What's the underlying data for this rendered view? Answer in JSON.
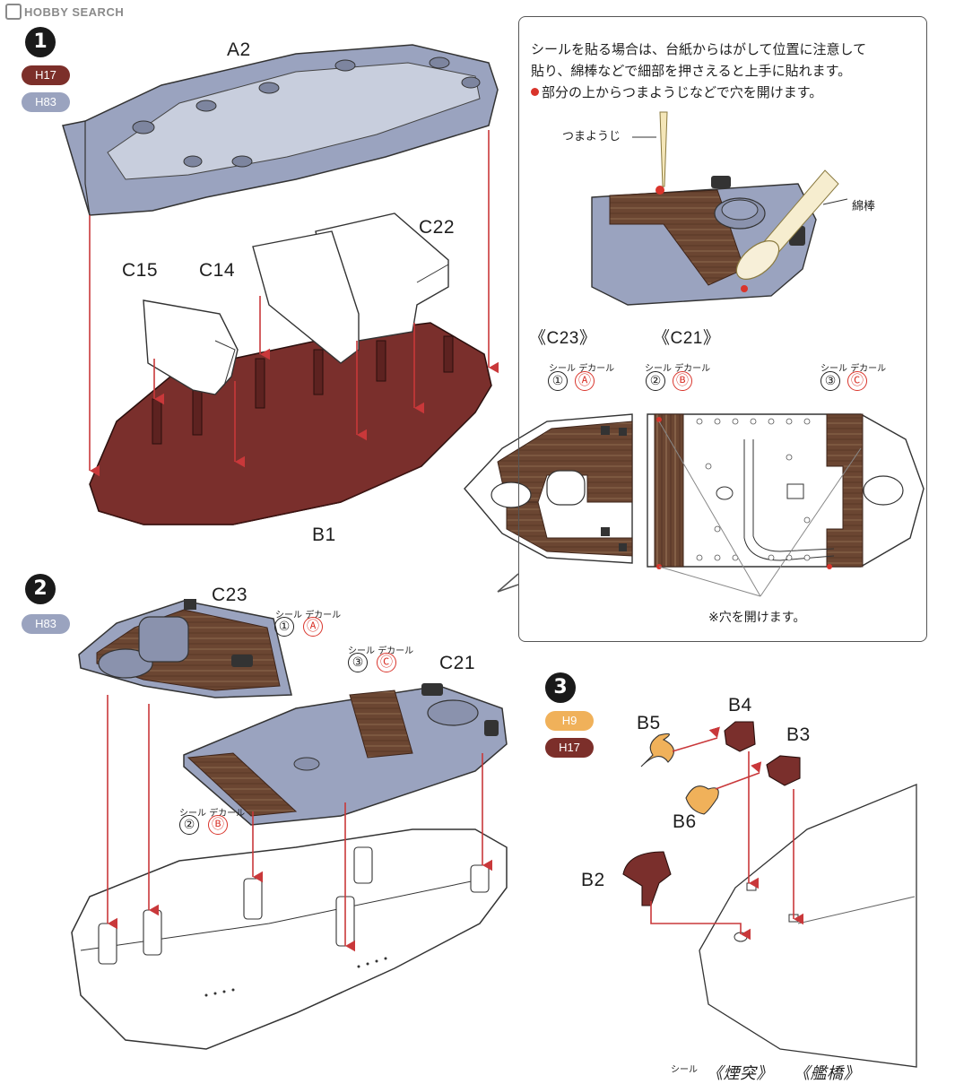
{
  "watermark": "HOBBY SEARCH",
  "step1": {
    "number": "1",
    "paints": [
      {
        "code": "17",
        "prefix": "H",
        "color": "#7c2f2a"
      },
      {
        "code": "83",
        "prefix": "H",
        "color": "#9aa3bf"
      }
    ],
    "parts": {
      "a2": "A2",
      "c22": "C22",
      "c15": "C15",
      "c14": "C14",
      "b1": "B1"
    }
  },
  "infobox": {
    "line1": "シールを貼る場合は、台紙からはがして位置に注意して",
    "line2": "貼り、綿棒などで細部を押さえると上手に貼れます。",
    "line3": "部分の上からつまようじなどで穴を開けます。",
    "toothpick": "つまようじ",
    "swab": "綿棒",
    "c23": "《C23》",
    "c21": "《C21》",
    "seal": "シール",
    "decal": "デカール",
    "hole_note": "※穴を開けます。",
    "decals": [
      {
        "num": "①",
        "letter": "Ⓐ"
      },
      {
        "num": "②",
        "letter": "Ⓑ"
      },
      {
        "num": "③",
        "letter": "Ⓒ"
      }
    ]
  },
  "step2": {
    "number": "2",
    "paints": [
      {
        "code": "83",
        "prefix": "H",
        "color": "#9aa3bf"
      }
    ],
    "parts": {
      "c23": "C23",
      "c21": "C21"
    },
    "seal": "シール",
    "decal": "デカール",
    "decals": [
      {
        "num": "①",
        "letter": "Ⓐ"
      },
      {
        "num": "③",
        "letter": "Ⓒ"
      },
      {
        "num": "②",
        "letter": "Ⓑ"
      }
    ]
  },
  "step3": {
    "number": "3",
    "paints": [
      {
        "code": "9",
        "prefix": "H",
        "color": "#f0b15a"
      },
      {
        "code": "17",
        "prefix": "H",
        "color": "#7c2f2a"
      }
    ],
    "parts": {
      "b5": "B5",
      "b4": "B4",
      "b3": "B3",
      "b6": "B6",
      "b2": "B2"
    }
  },
  "footer": {
    "seal": "シール",
    "funnel": "《煙突》",
    "bridge": "《艦橋》"
  }
}
